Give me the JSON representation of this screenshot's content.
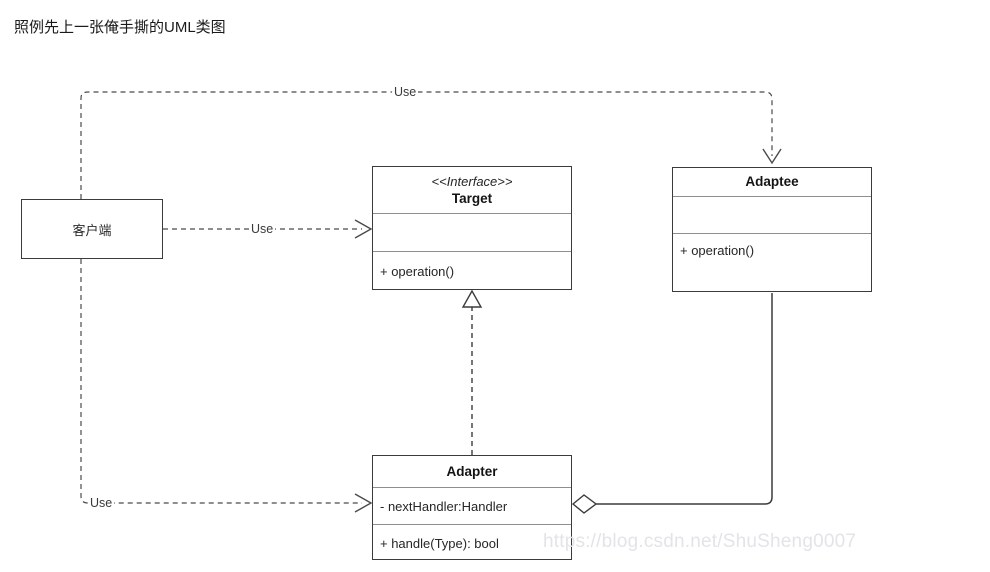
{
  "page": {
    "title": "照例先上一张俺手撕的UML类图",
    "watermark": "https://blog.csdn.net/ShuSheng0007",
    "background_color": "#ffffff",
    "line_color": "#3b3b3b",
    "divider_color": "#8f8f8f",
    "watermark_color": "#e2e4e8"
  },
  "diagram": {
    "type": "uml-class-diagram",
    "nodes": [
      {
        "id": "client",
        "name": "客户端",
        "kind": "actor-box",
        "stereotype": "",
        "compartments": [
          {
            "lines": [
              "客户端"
            ]
          }
        ]
      },
      {
        "id": "target",
        "name": "Target",
        "kind": "interface",
        "stereotype": "<<Interface>>",
        "compartments": [
          {
            "lines": []
          },
          {
            "lines": [
              "+ operation()"
            ]
          }
        ]
      },
      {
        "id": "adaptee",
        "name": "Adaptee",
        "kind": "class",
        "stereotype": "",
        "compartments": [
          {
            "lines": []
          },
          {
            "lines": [
              "+ operation()"
            ]
          }
        ]
      },
      {
        "id": "adapter",
        "name": "Adapter",
        "kind": "class",
        "stereotype": "",
        "compartments": [
          {
            "lines": [
              "- nextHandler:Handler"
            ]
          },
          {
            "lines": [
              "+ handle(Type): bool"
            ]
          }
        ]
      }
    ],
    "edges": [
      {
        "id": "client-uses-target",
        "from": "client",
        "to": "target",
        "relation": "dependency",
        "style": "dashed",
        "arrow": "open",
        "label": "Use"
      },
      {
        "id": "client-uses-adaptee",
        "from": "client",
        "to": "adaptee",
        "relation": "dependency",
        "style": "dashed",
        "arrow": "open",
        "label": "Use"
      },
      {
        "id": "client-uses-adapter",
        "from": "client",
        "to": "adapter",
        "relation": "dependency",
        "style": "dashed",
        "arrow": "open",
        "label": "Use"
      },
      {
        "id": "adapter-realizes-target",
        "from": "adapter",
        "to": "target",
        "relation": "realization",
        "style": "dashed",
        "arrow": "hollow-triangle",
        "label": ""
      },
      {
        "id": "adapter-aggregates-adaptee",
        "from": "adapter",
        "to": "adaptee",
        "relation": "aggregation",
        "style": "solid",
        "arrow": "hollow-diamond",
        "label": ""
      }
    ]
  },
  "labels": {
    "use_top": "Use",
    "use_middle": "Use",
    "use_bottom": "Use"
  }
}
